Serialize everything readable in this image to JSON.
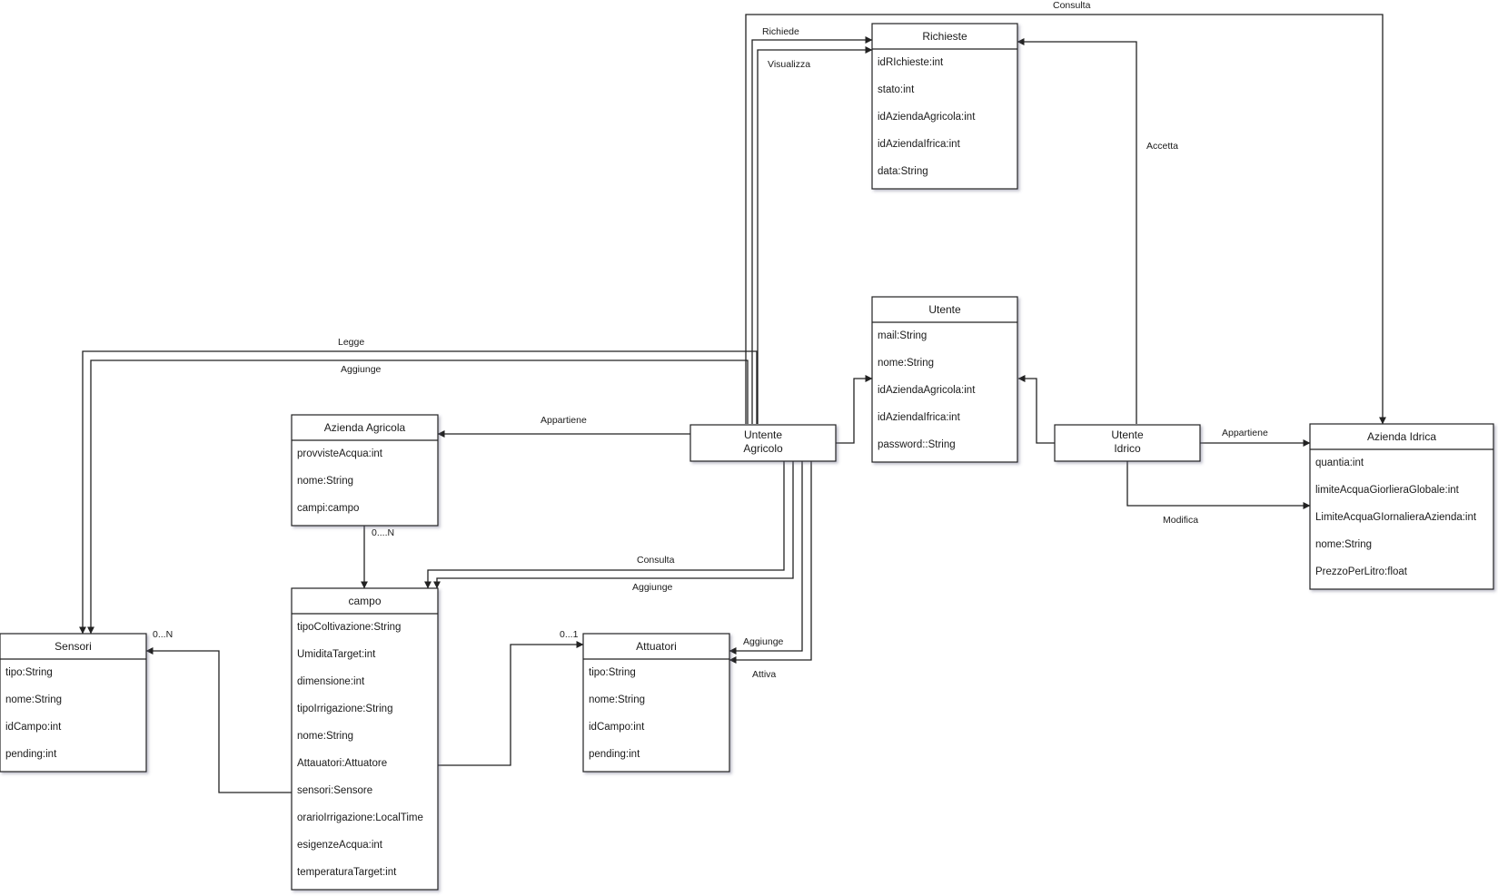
{
  "classes": {
    "richieste": {
      "title": "Richieste",
      "attrs": [
        "idRIchieste:int",
        "stato:int",
        "idAziendaAgricola:int",
        "idAziendaIfrica:int",
        "data:String"
      ]
    },
    "utente": {
      "title": "Utente",
      "attrs": [
        "mail:String",
        "nome:String",
        "idAziendaAgricola:int",
        "idAziendaIfrica:int",
        "password::String"
      ]
    },
    "azienda_agricola": {
      "title": "Azienda Agricola",
      "attrs": [
        "provvisteAcqua:int",
        "nome:String",
        "campi:campo"
      ]
    },
    "campo": {
      "title": "campo",
      "attrs": [
        "tipoColtivazione:String",
        "UmiditaTarget:int",
        "dimensione:int",
        "tipoIrrigazione:String",
        "nome:String",
        "Attauatori:Attuatore",
        "sensori:Sensore",
        "orarioIrrigazione:LocalTime",
        "esigenzeAcqua:int",
        "temperaturaTarget:int"
      ]
    },
    "sensori": {
      "title": "Sensori",
      "attrs": [
        "tipo:String",
        "nome:String",
        "idCampo:int",
        "pending:int"
      ]
    },
    "attuatori": {
      "title": "Attuatori",
      "attrs": [
        "tipo:String",
        "nome:String",
        "idCampo:int",
        "pending:int"
      ]
    },
    "azienda_idrica": {
      "title": "Azienda Idrica",
      "attrs": [
        "quantia:int",
        "limiteAcquaGiorlieraGlobale:int",
        "LimiteAcquaGIornalieraAzienda:int",
        "nome:String",
        "PrezzoPerLitro:float"
      ]
    }
  },
  "actors": {
    "utente_agricolo": {
      "lines": [
        "Untente",
        "Agricolo"
      ]
    },
    "utente_idrico": {
      "lines": [
        "Utente",
        "Idrico"
      ]
    }
  },
  "edge_labels": {
    "consulta_top": "Consulta",
    "richiede": "Richiede",
    "visualizza": "Visualizza",
    "accetta": "Accetta",
    "legge": "Legge",
    "aggiunge_sensori": "Aggiunge",
    "appartiene_agricola": "Appartiene",
    "appartiene_idrica": "Appartiene",
    "modifica": "Modifica",
    "consulta_campo": "Consulta",
    "aggiunge_campo": "Aggiunge",
    "aggiunge_attuatori": "Aggiunge",
    "attiva": "Attiva"
  },
  "multiplicities": {
    "campi": "0....N",
    "sensori": "0...N",
    "attuatori": "0...1"
  }
}
